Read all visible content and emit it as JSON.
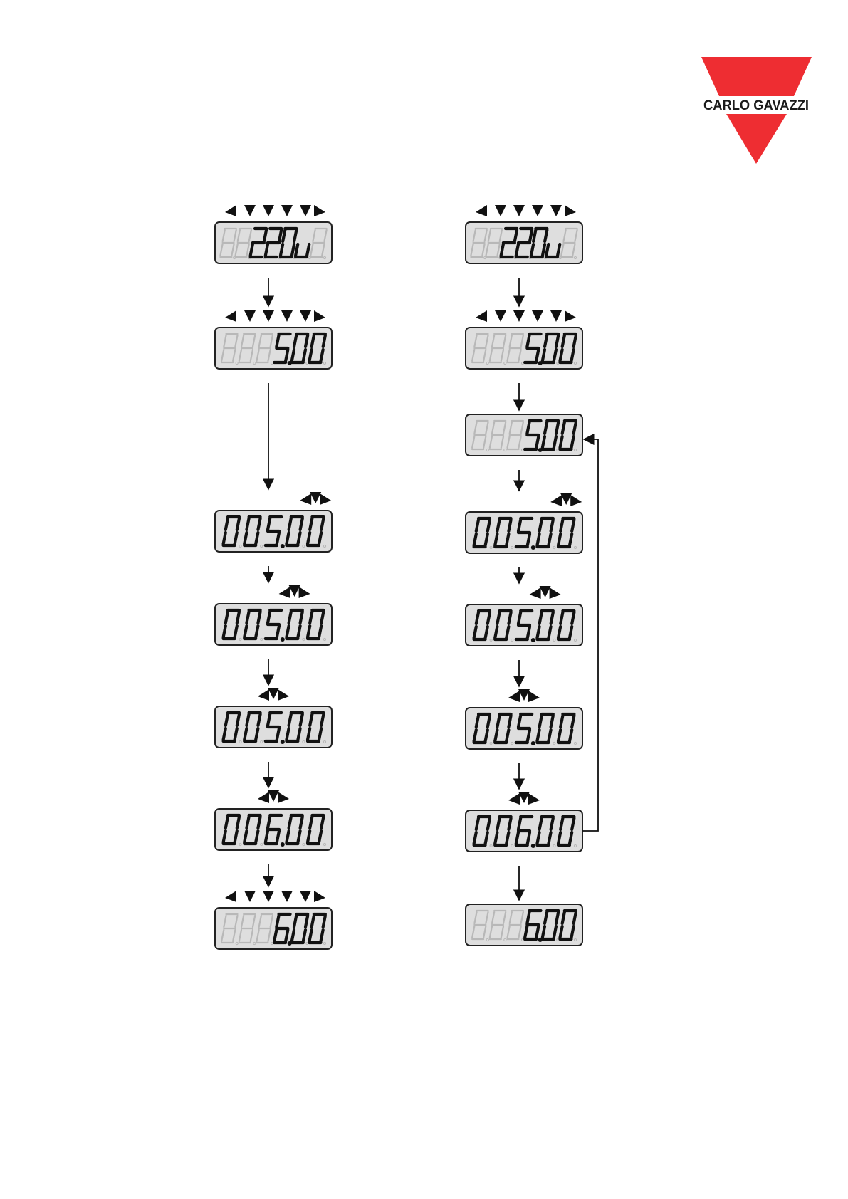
{
  "brand": {
    "name": "CARLO GAVAZZI",
    "logo_color": "#ee2d32",
    "text_color": "#1a1a1a"
  },
  "colors": {
    "display_bg": "#dedede",
    "display_border": "#222222",
    "segment_on": "#111111",
    "segment_off": "#b8b8b8",
    "arrow": "#111111"
  },
  "icons": {
    "blink_marker": "triangle-arrow-icon",
    "flow": "down-arrow-icon"
  },
  "columns": [
    {
      "name": "left",
      "steps": [
        {
          "digits": [
            "8",
            "8",
            "2",
            "2",
            "0",
            "u",
            "8"
          ],
          "lit": [
            false,
            false,
            true,
            true,
            true,
            true,
            false
          ],
          "dots": [],
          "markers": "full"
        },
        {
          "digits": [
            "8",
            "8",
            "8",
            "5",
            "0",
            "0"
          ],
          "lit": [
            false,
            false,
            false,
            true,
            true,
            true
          ],
          "dots": [
            3
          ],
          "markers": "full"
        },
        {
          "digits": [
            "0",
            "0",
            "5",
            "0",
            "0"
          ],
          "lit": [
            true,
            true,
            true,
            true,
            true
          ],
          "dots": [
            2
          ],
          "markers": "digit-4"
        },
        {
          "digits": [
            "0",
            "0",
            "5",
            "0",
            "0"
          ],
          "lit": [
            true,
            true,
            true,
            true,
            true
          ],
          "dots": [
            2
          ],
          "markers": "digit-3"
        },
        {
          "digits": [
            "0",
            "0",
            "5",
            "0",
            "0"
          ],
          "lit": [
            true,
            true,
            true,
            true,
            true
          ],
          "dots": [
            2
          ],
          "markers": "digit-2"
        },
        {
          "digits": [
            "0",
            "0",
            "6",
            "0",
            "0"
          ],
          "lit": [
            true,
            true,
            true,
            true,
            true
          ],
          "dots": [
            2
          ],
          "markers": "digit-2"
        },
        {
          "digits": [
            "8",
            "8",
            "8",
            "6",
            "0",
            "0"
          ],
          "lit": [
            false,
            false,
            false,
            true,
            true,
            true
          ],
          "dots": [
            3
          ],
          "markers": "full"
        }
      ]
    },
    {
      "name": "right",
      "steps": [
        {
          "digits": [
            "8",
            "8",
            "2",
            "2",
            "0",
            "u",
            "8"
          ],
          "lit": [
            false,
            false,
            true,
            true,
            true,
            true,
            false
          ],
          "dots": [],
          "markers": "full"
        },
        {
          "digits": [
            "8",
            "8",
            "8",
            "5",
            "0",
            "0"
          ],
          "lit": [
            false,
            false,
            false,
            true,
            true,
            true
          ],
          "dots": [
            3
          ],
          "markers": "full"
        },
        {
          "digits": [
            "8",
            "8",
            "8",
            "5",
            "0",
            "0"
          ],
          "lit": [
            false,
            false,
            false,
            true,
            true,
            true
          ],
          "dots": [
            3
          ],
          "markers": "none"
        },
        {
          "digits": [
            "0",
            "0",
            "5",
            "0",
            "0"
          ],
          "lit": [
            true,
            true,
            true,
            true,
            true
          ],
          "dots": [
            2
          ],
          "markers": "digit-4"
        },
        {
          "digits": [
            "0",
            "0",
            "5",
            "0",
            "0"
          ],
          "lit": [
            true,
            true,
            true,
            true,
            true
          ],
          "dots": [
            2
          ],
          "markers": "digit-3"
        },
        {
          "digits": [
            "0",
            "0",
            "5",
            "0",
            "0"
          ],
          "lit": [
            true,
            true,
            true,
            true,
            true
          ],
          "dots": [
            2
          ],
          "markers": "digit-2"
        },
        {
          "digits": [
            "0",
            "0",
            "6",
            "0",
            "0"
          ],
          "lit": [
            true,
            true,
            true,
            true,
            true
          ],
          "dots": [
            2
          ],
          "markers": "digit-2"
        },
        {
          "digits": [
            "8",
            "8",
            "8",
            "6",
            "0",
            "0"
          ],
          "lit": [
            false,
            false,
            false,
            true,
            true,
            true
          ],
          "dots": [
            3
          ],
          "markers": "none"
        }
      ]
    }
  ]
}
